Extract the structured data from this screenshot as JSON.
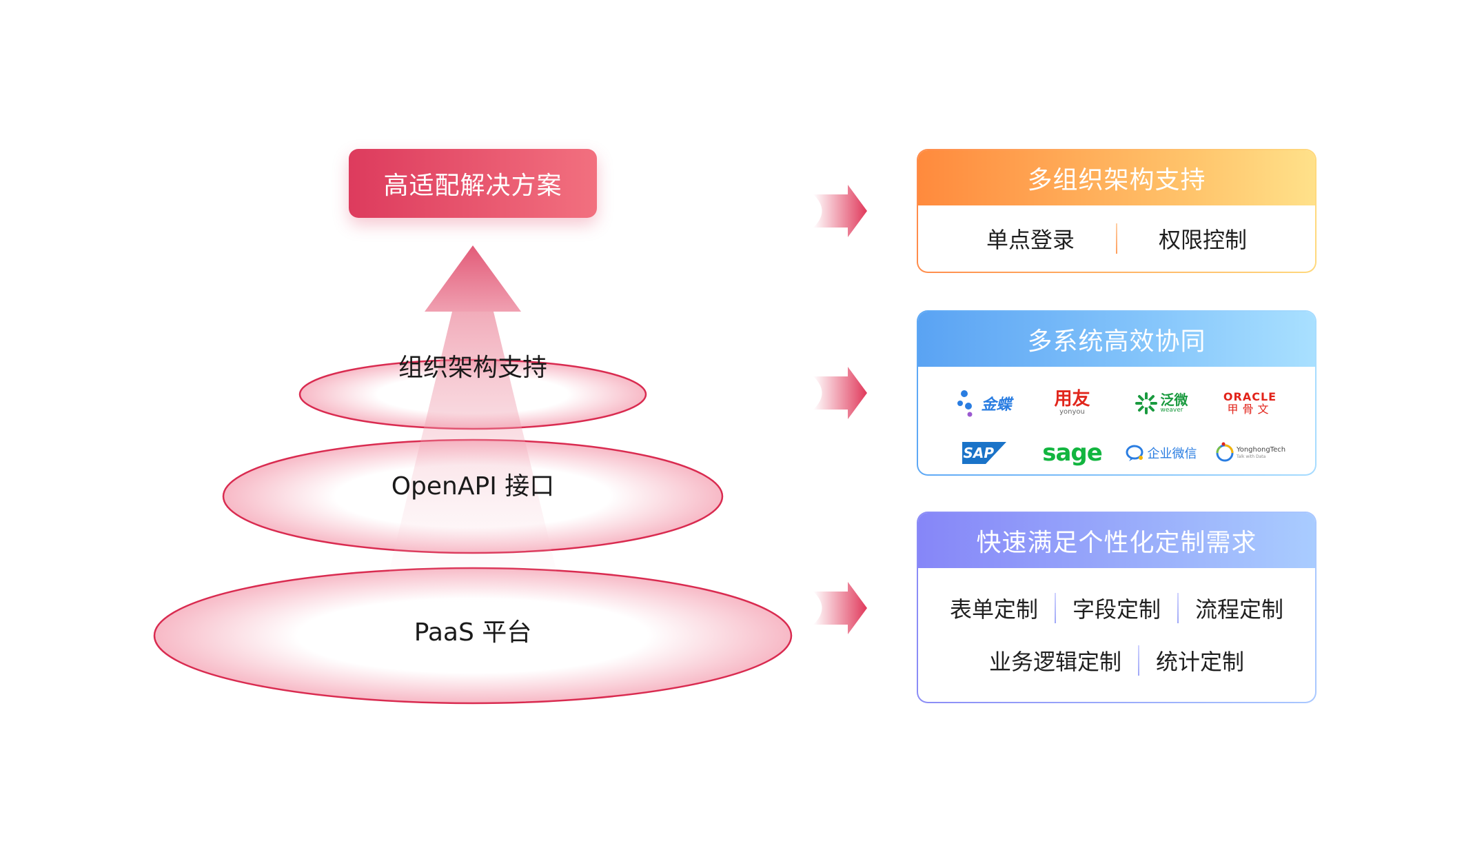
{
  "pyramid": {
    "top": "高适配解决方案",
    "layers": [
      "组织架构支持",
      "OpenAPI 接口",
      "PaaS 平台"
    ]
  },
  "cards": [
    {
      "title": "多组织架构支持",
      "items": [
        "单点登录",
        "权限控制"
      ]
    },
    {
      "title": "多系统高效协同",
      "logos": [
        {
          "icon": "kingdee-logo",
          "text": "金蝶",
          "color": "#2a7de1"
        },
        {
          "icon": "yonyou-logo",
          "text": "用友",
          "sub": "yonyou",
          "color": "#e1261c"
        },
        {
          "icon": "weaver-logo",
          "text": "泛微",
          "sub": "weaver",
          "color": "#1a9a3f"
        },
        {
          "icon": "oracle-logo",
          "text": "ORACLE",
          "sub": "甲骨文",
          "color": "#e2231a"
        },
        {
          "icon": "sap-logo",
          "text": "SAP",
          "color": "#1a73c8"
        },
        {
          "icon": "sage-logo",
          "text": "sage",
          "color": "#12b53f"
        },
        {
          "icon": "wecom-logo",
          "text": "企业微信",
          "color": "#2a7de1"
        },
        {
          "icon": "yonghong-logo",
          "text": "YonghongTech",
          "sub": "Talk with Data",
          "color": "#444444"
        }
      ]
    },
    {
      "title": "快速满足个性化定制需求",
      "row1": [
        "表单定制",
        "字段定制",
        "流程定制"
      ],
      "row2": [
        "业务逻辑定制",
        "统计定制"
      ]
    }
  ],
  "colors": {
    "accent_red": "#dd3b5d",
    "orange": "#ff8a3d",
    "blue": "#5aa3f3",
    "purple": "#8686f8"
  }
}
